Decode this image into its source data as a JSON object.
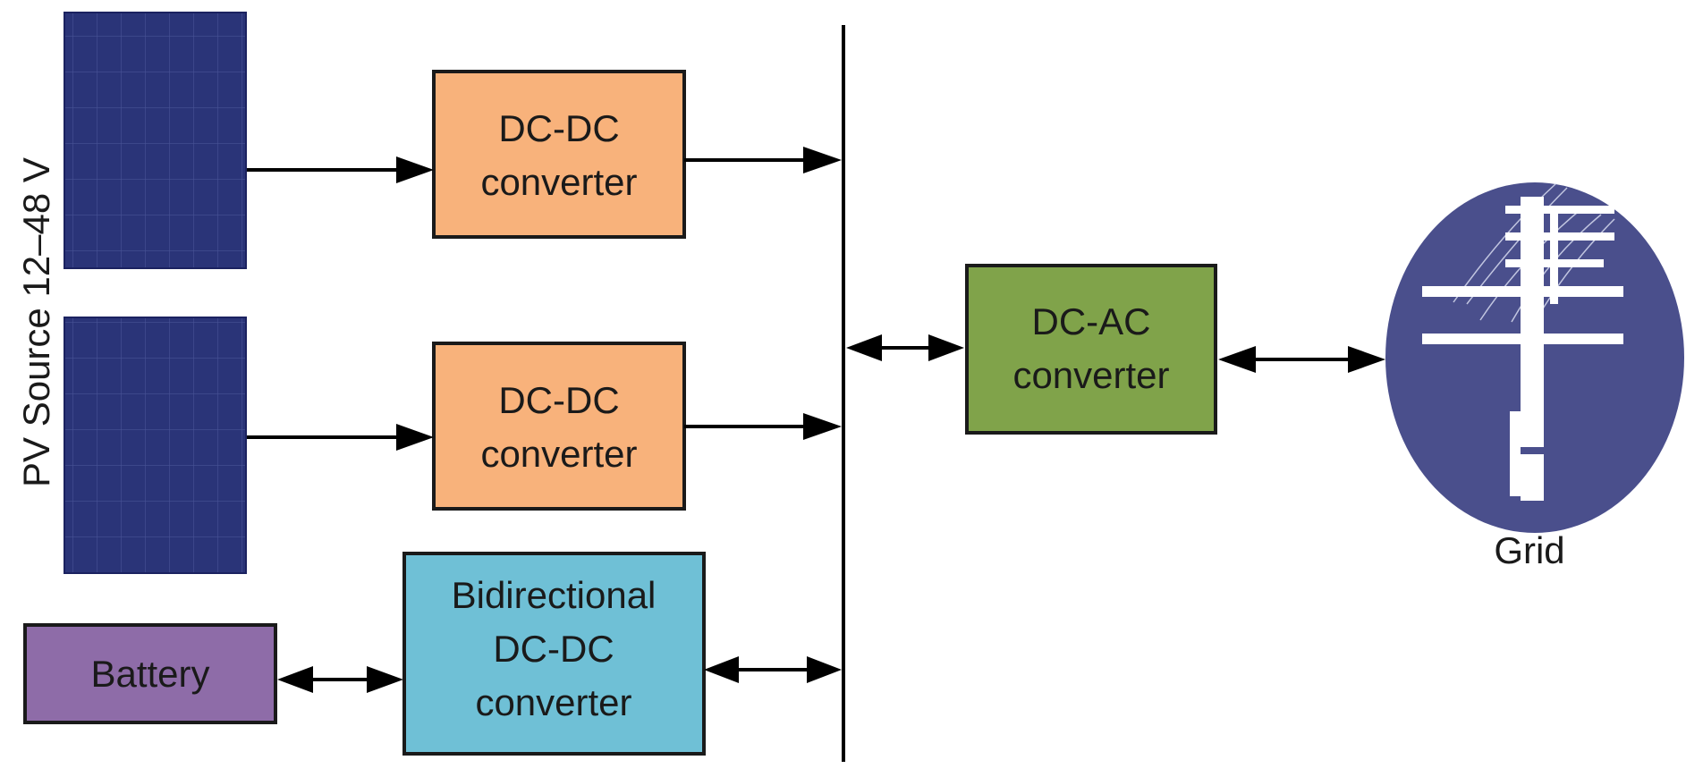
{
  "pv_label": "PV Source 12–48 V",
  "converters": {
    "dcdc_top": [
      "DC-DC",
      "converter"
    ],
    "dcdc_middle": [
      "DC-DC",
      "converter"
    ],
    "bidirectional": [
      "Bidirectional",
      "DC-DC",
      "converter"
    ],
    "dcac": [
      "DC-AC",
      "converter"
    ]
  },
  "battery": "Battery",
  "grid": "Grid",
  "colors": {
    "dcdc": "#f8b27b",
    "bidirectional": "#6fc0d6",
    "dcac": "#80a34a",
    "battery": "#8e6ca8",
    "grid_circle": "#4a4f8c",
    "pv_panel": "#262f72"
  }
}
